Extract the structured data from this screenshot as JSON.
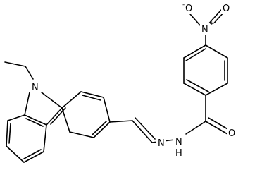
{
  "molecule": {
    "atoms": {
      "carbazole_n": "N",
      "hydrazone_n1": "N",
      "hydrazone_n2": "N",
      "hydrazone_h": "H",
      "carbonyl_o": "O",
      "nitro_n": "N",
      "nitro_plus": "+",
      "nitro_o_top": "O",
      "nitro_o_top_minus": "-",
      "nitro_o_right": "O"
    }
  }
}
